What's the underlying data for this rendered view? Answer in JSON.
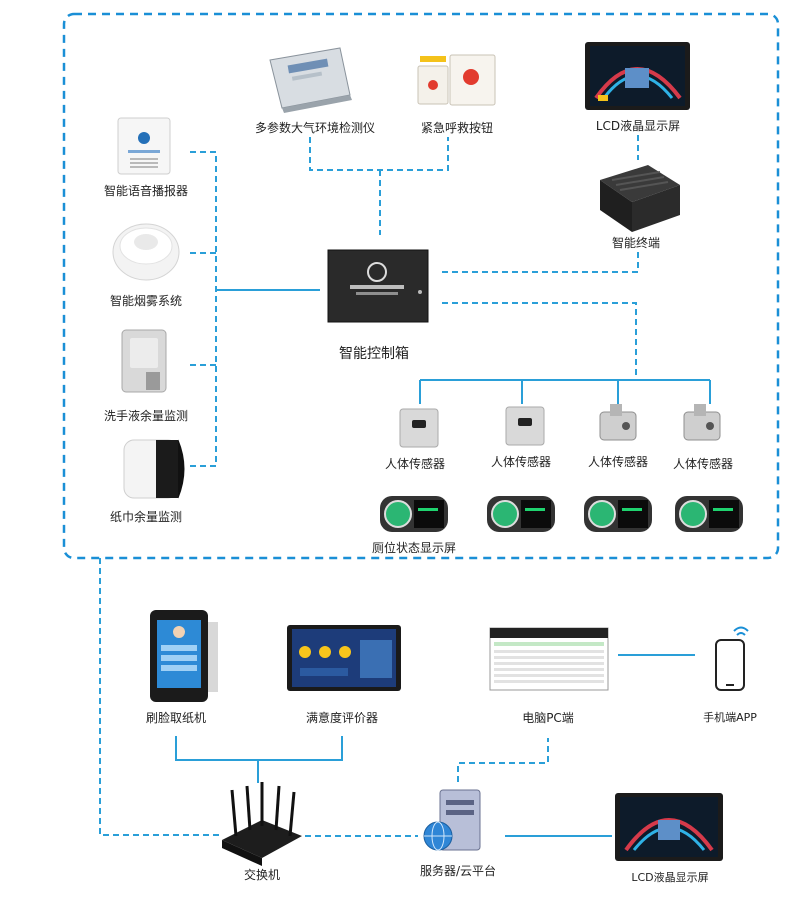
{
  "colors": {
    "accent": "#1a8fd6",
    "link": "#2a9fd8",
    "frame": "#1a8fd6",
    "screen_dark": "#0d1b2a",
    "device_gray": "#c9c9c9",
    "sensor_green": "#2bb673"
  },
  "top_devices": {
    "air_monitor": "多参数大气环境检测仪",
    "emergency_button": "紧急呼救按钮",
    "lcd_top": "LCD液晶显示屏",
    "terminal": "智能终端"
  },
  "left_devices": {
    "voice": "智能语音播报器",
    "smoke": "智能烟雾系统",
    "soap": "洗手液余量监测",
    "tissue": "纸巾余量监测"
  },
  "control_box": {
    "label": "智能控制箱"
  },
  "sensors": {
    "label": "人体传感器",
    "items": [
      "人体传感器",
      "人体传感器",
      "人体传感器",
      "人体传感器"
    ],
    "screen_label": "厕位状态显示屏"
  },
  "bottom_devices": {
    "face_machine": "刷脸取纸机",
    "satisfaction": "满意度评价器",
    "pc": "电脑PC端",
    "mobile": "手机端APP",
    "switch": "交换机",
    "server": "服务器/云平台",
    "lcd_bottom": "LCD液晶显示屏"
  },
  "icons": {
    "server": "server-cloud-icon",
    "phone": "mobile-phone-icon",
    "wifi": "wifi-signal-icon",
    "router": "switch-router-icon"
  }
}
